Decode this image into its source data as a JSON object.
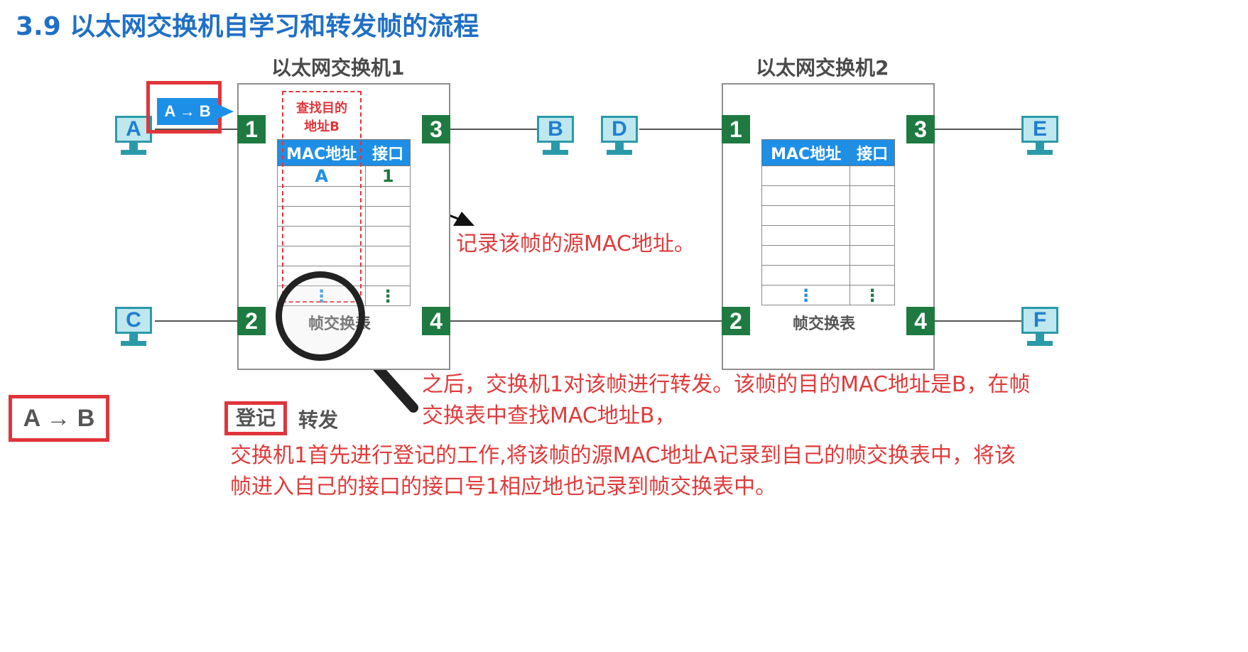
{
  "title": "3.9 以太网交换机自学习和转发帧的流程",
  "switch1": {
    "title": "以太网交换机1",
    "ports": [
      "1",
      "2",
      "3",
      "4"
    ],
    "table": {
      "headers": [
        "MAC地址",
        "接口"
      ],
      "rows": [
        [
          "A",
          "1"
        ]
      ],
      "ellipsis": "⋮"
    },
    "table_caption": "帧交换表",
    "lookup_label_line1": "查找目的",
    "lookup_label_line2": "地址B"
  },
  "switch2": {
    "title": "以太网交换机2",
    "ports": [
      "1",
      "2",
      "3",
      "4"
    ],
    "table": {
      "headers": [
        "MAC地址",
        "接口"
      ],
      "rows": [],
      "ellipsis": "⋮"
    },
    "table_caption": "帧交换表"
  },
  "hosts": {
    "A": "A",
    "B": "B",
    "C": "C",
    "D": "D",
    "E": "E",
    "F": "F"
  },
  "frame_label": "A → B",
  "frame_big_label": "A → B",
  "steps": {
    "register": "登记",
    "forward": "转发"
  },
  "annotations": {
    "record_source": "记录该帧的源MAC地址。",
    "forward_line1": "之后，交换机1对该帧进行转发。该帧的目的MAC地址是B，在帧",
    "forward_line2": "交换表中查找MAC地址B，",
    "register_line1": "交换机1首先进行登记的工作,将该帧的源MAC地址A记录到自己的帧交换表中，将该",
    "register_line2": "帧进入自己的接口的接口号1相应地也记录到帧交换表中。"
  },
  "colors": {
    "title": "#1f6fc5",
    "port": "#1e7a40",
    "table_header": "#1e8fe6",
    "annotation_red": "#e03b3b",
    "highlight_border": "#e0353a",
    "host_screen": "#bfe7ee"
  }
}
